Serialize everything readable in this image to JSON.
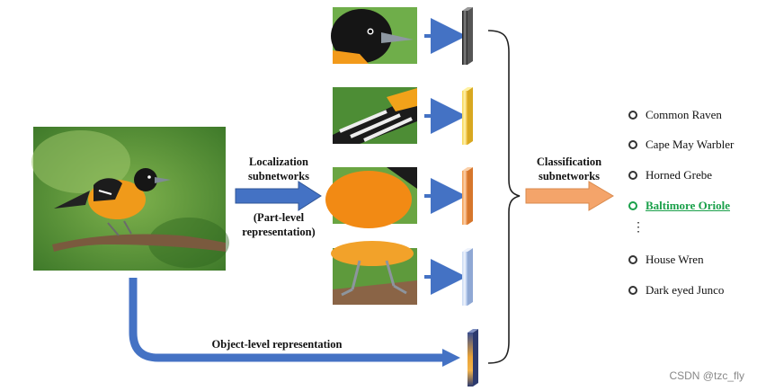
{
  "labels": {
    "localization_line1": "Localization",
    "localization_line2": "subnetworks",
    "part_level_line1": "(Part-level",
    "part_level_line2": "representation)",
    "classification_line1": "Classification",
    "classification_line2": "subnetworks",
    "object_level": "Object-level representation"
  },
  "classes": [
    {
      "name": "Common Raven",
      "active": false
    },
    {
      "name": "Cape May Warbler",
      "active": false
    },
    {
      "name": "Horned Grebe",
      "active": false
    },
    {
      "name": "Baltimore Oriole",
      "active": true
    },
    {
      "name": "⋮",
      "active": false,
      "ellipsis": true
    },
    {
      "name": "House Wren",
      "active": false
    },
    {
      "name": "Dark eyed Junco",
      "active": false
    }
  ],
  "feature_colors": [
    "#2b2b2b",
    "#f2c230",
    "#f08a3c",
    "#aec6ea",
    "#5a6fa8"
  ],
  "colors": {
    "arrow_blue": "#4472c4",
    "arrow_orange": "#f4a46a",
    "highlight_green": "#1aa04a"
  },
  "watermark": "CSDN @tzc_fly"
}
